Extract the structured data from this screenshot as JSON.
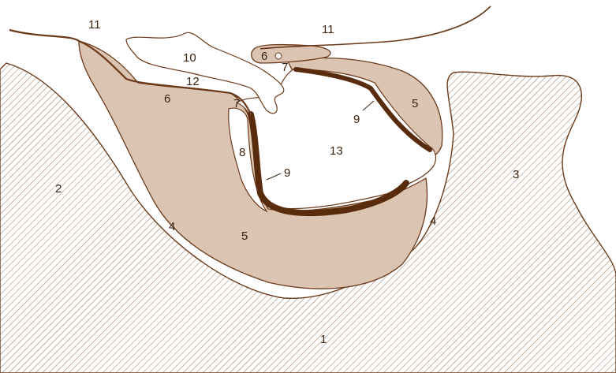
{
  "colors": {
    "outline": "#6b3a1a",
    "tissue_fill": "#dcc4b2",
    "dark_layer": "#5a2c0e",
    "hatch": "#7a5030",
    "background": "#ffffff"
  },
  "labels": {
    "l1": "1",
    "l2": "2",
    "l3": "3",
    "l4a": "4",
    "l4b": "4",
    "l5a": "5",
    "l5b": "5",
    "l6a": "6",
    "l6b": "6",
    "l7a": "7",
    "l7b": "7",
    "l8": "8",
    "l9a": "9",
    "l9b": "9",
    "l10": "10",
    "l11a": "11",
    "l11b": "11",
    "l12": "12",
    "l13": "13"
  }
}
